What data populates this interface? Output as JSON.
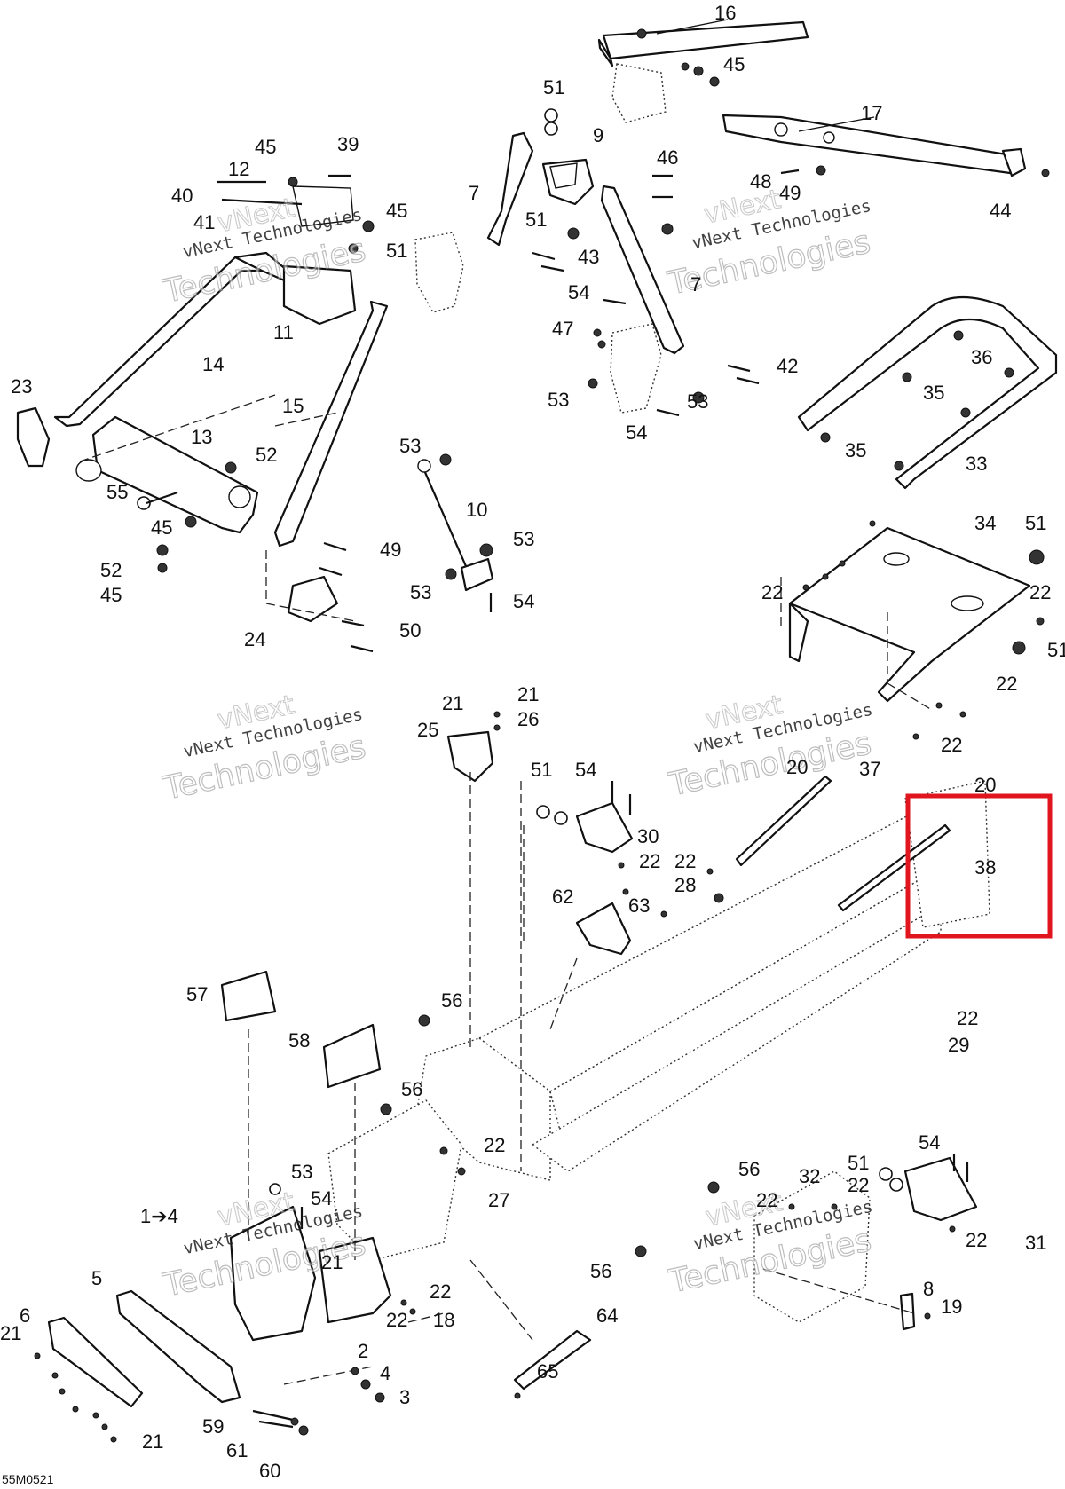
{
  "diagram": {
    "figure_code": "55M0521",
    "watermark": {
      "line1": "vNext",
      "line2": "vNext Technologies",
      "line3": "Technologies"
    },
    "callouts": [
      {
        "id": "c16",
        "label": "16"
      },
      {
        "id": "c45a",
        "label": "45"
      },
      {
        "id": "c17",
        "label": "17"
      },
      {
        "id": "c51a",
        "label": "51"
      },
      {
        "id": "c9",
        "label": "9"
      },
      {
        "id": "c46",
        "label": "46"
      },
      {
        "id": "c48",
        "label": "48"
      },
      {
        "id": "c49a",
        "label": "49"
      },
      {
        "id": "c44",
        "label": "44"
      },
      {
        "id": "c45b",
        "label": "45"
      },
      {
        "id": "c39",
        "label": "39"
      },
      {
        "id": "c12",
        "label": "12"
      },
      {
        "id": "c40",
        "label": "40"
      },
      {
        "id": "c41",
        "label": "41"
      },
      {
        "id": "c45c",
        "label": "45"
      },
      {
        "id": "c7a",
        "label": "7"
      },
      {
        "id": "c51b",
        "label": "51"
      },
      {
        "id": "c51c",
        "label": "51"
      },
      {
        "id": "c43",
        "label": "43"
      },
      {
        "id": "c7b",
        "label": "7"
      },
      {
        "id": "c54a",
        "label": "54"
      },
      {
        "id": "c11",
        "label": "11"
      },
      {
        "id": "c14",
        "label": "14"
      },
      {
        "id": "c47",
        "label": "47"
      },
      {
        "id": "c42",
        "label": "42"
      },
      {
        "id": "c36",
        "label": "36"
      },
      {
        "id": "c35a",
        "label": "35"
      },
      {
        "id": "c53a",
        "label": "53"
      },
      {
        "id": "c53b",
        "label": "53"
      },
      {
        "id": "c54b",
        "label": "54"
      },
      {
        "id": "c23",
        "label": "23"
      },
      {
        "id": "c15",
        "label": "15"
      },
      {
        "id": "c13",
        "label": "13"
      },
      {
        "id": "c35b",
        "label": "35"
      },
      {
        "id": "c33",
        "label": "33"
      },
      {
        "id": "c53c",
        "label": "53"
      },
      {
        "id": "c52a",
        "label": "52"
      },
      {
        "id": "c55",
        "label": "55"
      },
      {
        "id": "c10",
        "label": "10"
      },
      {
        "id": "c34",
        "label": "34"
      },
      {
        "id": "c51d",
        "label": "51"
      },
      {
        "id": "c45d",
        "label": "45"
      },
      {
        "id": "c53d",
        "label": "53"
      },
      {
        "id": "c49b",
        "label": "49"
      },
      {
        "id": "c52b",
        "label": "52"
      },
      {
        "id": "c45e",
        "label": "45"
      },
      {
        "id": "c22a",
        "label": "22"
      },
      {
        "id": "c22b",
        "label": "22"
      },
      {
        "id": "c53e",
        "label": "53"
      },
      {
        "id": "c54c",
        "label": "54"
      },
      {
        "id": "c51e",
        "label": "51"
      },
      {
        "id": "c50",
        "label": "50"
      },
      {
        "id": "c24",
        "label": "24"
      },
      {
        "id": "c22c",
        "label": "22"
      },
      {
        "id": "c22d",
        "label": "22"
      },
      {
        "id": "c21a",
        "label": "21"
      },
      {
        "id": "c21b",
        "label": "21"
      },
      {
        "id": "c26",
        "label": "26"
      },
      {
        "id": "c25",
        "label": "25"
      },
      {
        "id": "c20a",
        "label": "20"
      },
      {
        "id": "c37",
        "label": "37"
      },
      {
        "id": "c51f",
        "label": "51"
      },
      {
        "id": "c54d",
        "label": "54"
      },
      {
        "id": "c20b",
        "label": "20"
      },
      {
        "id": "c30",
        "label": "30"
      },
      {
        "id": "c22e",
        "label": "22"
      },
      {
        "id": "c38",
        "label": "38"
      },
      {
        "id": "c22f",
        "label": "22"
      },
      {
        "id": "c28",
        "label": "28"
      },
      {
        "id": "c62",
        "label": "62"
      },
      {
        "id": "c63",
        "label": "63"
      },
      {
        "id": "c57",
        "label": "57"
      },
      {
        "id": "c56a",
        "label": "56"
      },
      {
        "id": "c22g",
        "label": "22"
      },
      {
        "id": "c29",
        "label": "29"
      },
      {
        "id": "c58",
        "label": "58"
      },
      {
        "id": "c56b",
        "label": "56"
      },
      {
        "id": "c22h",
        "label": "22"
      },
      {
        "id": "c54e",
        "label": "54"
      },
      {
        "id": "c53f",
        "label": "53"
      },
      {
        "id": "c27",
        "label": "27"
      },
      {
        "id": "c56c",
        "label": "56"
      },
      {
        "id": "c32",
        "label": "32"
      },
      {
        "id": "c51g",
        "label": "51"
      },
      {
        "id": "c22i",
        "label": "22"
      },
      {
        "id": "c22j",
        "label": "22"
      },
      {
        "id": "c54f",
        "label": "54"
      },
      {
        "id": "c1",
        "label": "1➔4"
      },
      {
        "id": "c22k",
        "label": "22"
      },
      {
        "id": "c31",
        "label": "31"
      },
      {
        "id": "c5",
        "label": "5"
      },
      {
        "id": "c21c",
        "label": "21"
      },
      {
        "id": "c56d",
        "label": "56"
      },
      {
        "id": "c6",
        "label": "6"
      },
      {
        "id": "c21d",
        "label": "21"
      },
      {
        "id": "c22l",
        "label": "22"
      },
      {
        "id": "c22m",
        "label": "22"
      },
      {
        "id": "c18",
        "label": "18"
      },
      {
        "id": "c64",
        "label": "64"
      },
      {
        "id": "c8",
        "label": "8"
      },
      {
        "id": "c19",
        "label": "19"
      },
      {
        "id": "c2",
        "label": "2"
      },
      {
        "id": "c4",
        "label": "4"
      },
      {
        "id": "c65",
        "label": "65"
      },
      {
        "id": "c3",
        "label": "3"
      },
      {
        "id": "c59",
        "label": "59"
      },
      {
        "id": "c21e",
        "label": "21"
      },
      {
        "id": "c61",
        "label": "61"
      },
      {
        "id": "c60",
        "label": "60"
      }
    ]
  }
}
